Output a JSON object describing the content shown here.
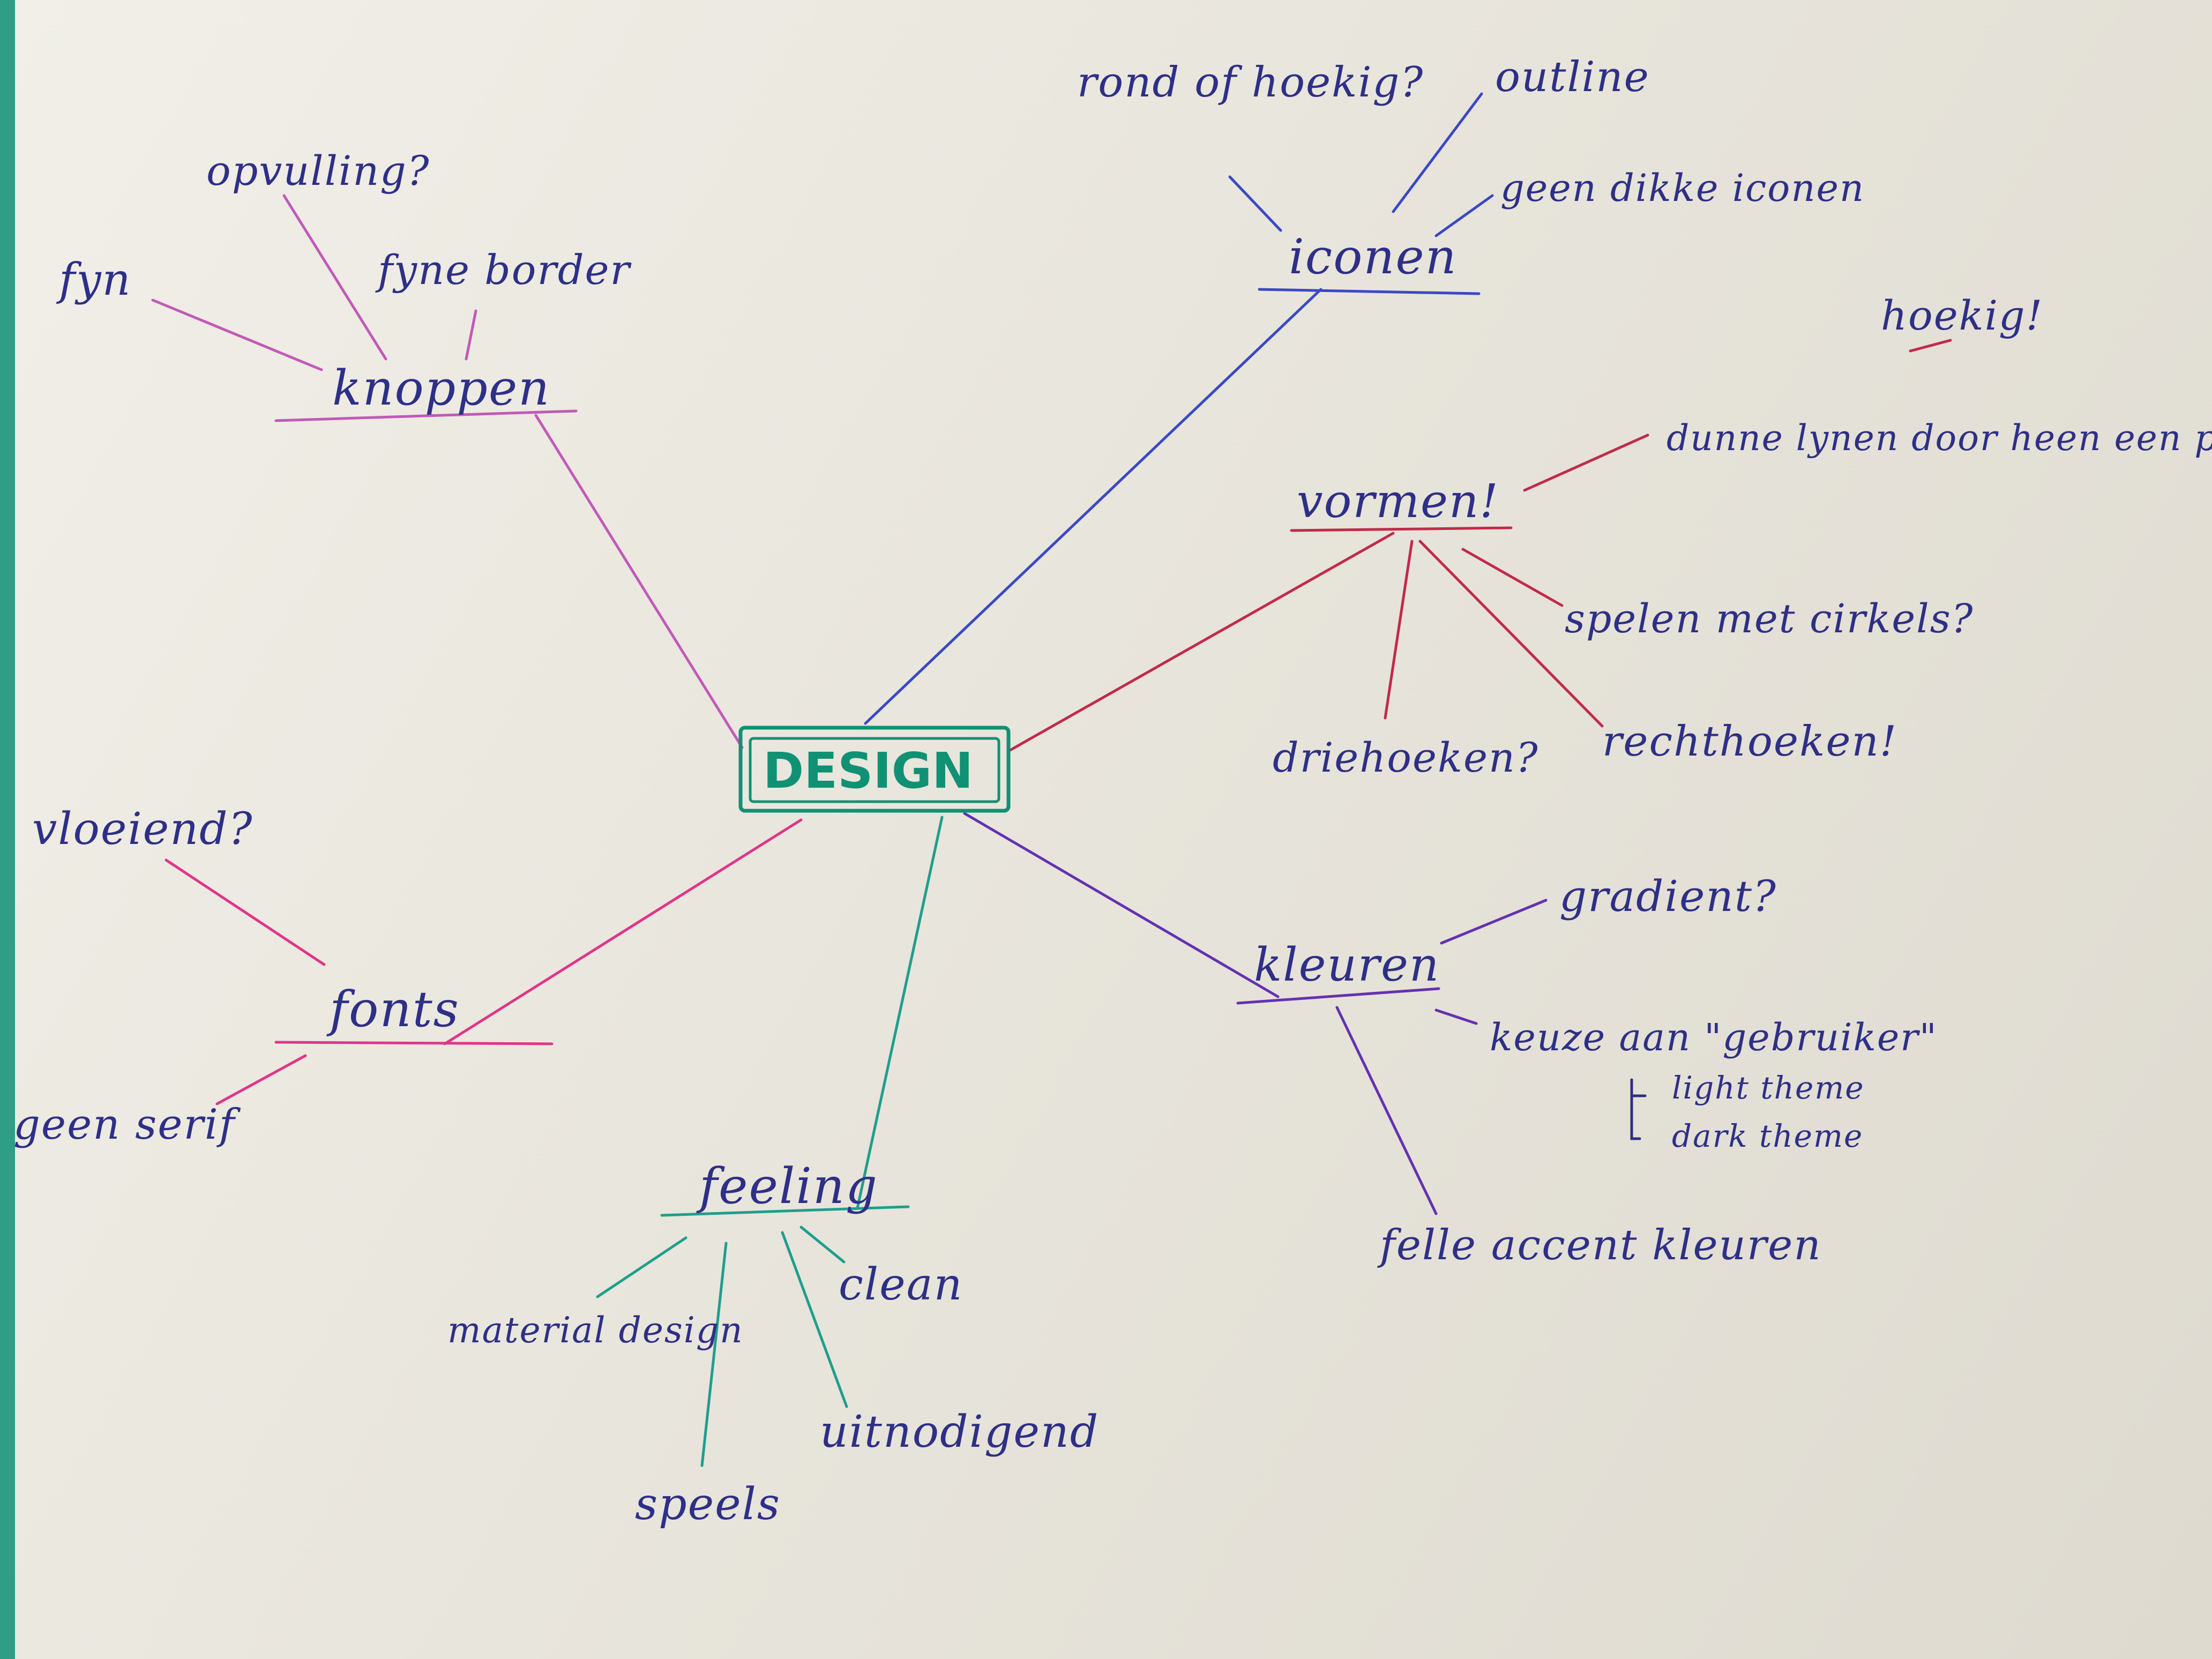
{
  "colors": {
    "teal": "#1f9e8e",
    "green": "#119174",
    "blue": "#3a48c6",
    "pink": "#c259b8",
    "red": "#c22a4a",
    "violet": "#6431b0",
    "magenta": "#e0358a",
    "ink": "#2e2f86"
  },
  "center": {
    "label": "DESIGN"
  },
  "branches": {
    "knoppen": {
      "label": "knoppen",
      "items": [
        "fyn",
        "opvulling?",
        "fyne border"
      ]
    },
    "iconen": {
      "label": "iconen",
      "items": [
        "rond of hoekig?",
        "outline",
        "geen dikke iconen"
      ]
    },
    "vormen": {
      "label": "vormen!",
      "items": [
        "dunne lynen door heen een pagina",
        "hoekig!",
        "spelen met cirkels?",
        "driehoeken?",
        "rechthoeken!"
      ]
    },
    "kleuren": {
      "label": "kleuren",
      "items": [
        "gradient?",
        "keuze aan \"gebruiker\"",
        "light theme",
        "dark theme",
        "felle accent kleuren"
      ]
    },
    "fonts": {
      "label": "fonts",
      "items": [
        "vloeiend?",
        "geen serif"
      ]
    },
    "feeling": {
      "label": "feeling",
      "items": [
        "material design",
        "clean",
        "uitnodigend",
        "speels"
      ]
    }
  }
}
